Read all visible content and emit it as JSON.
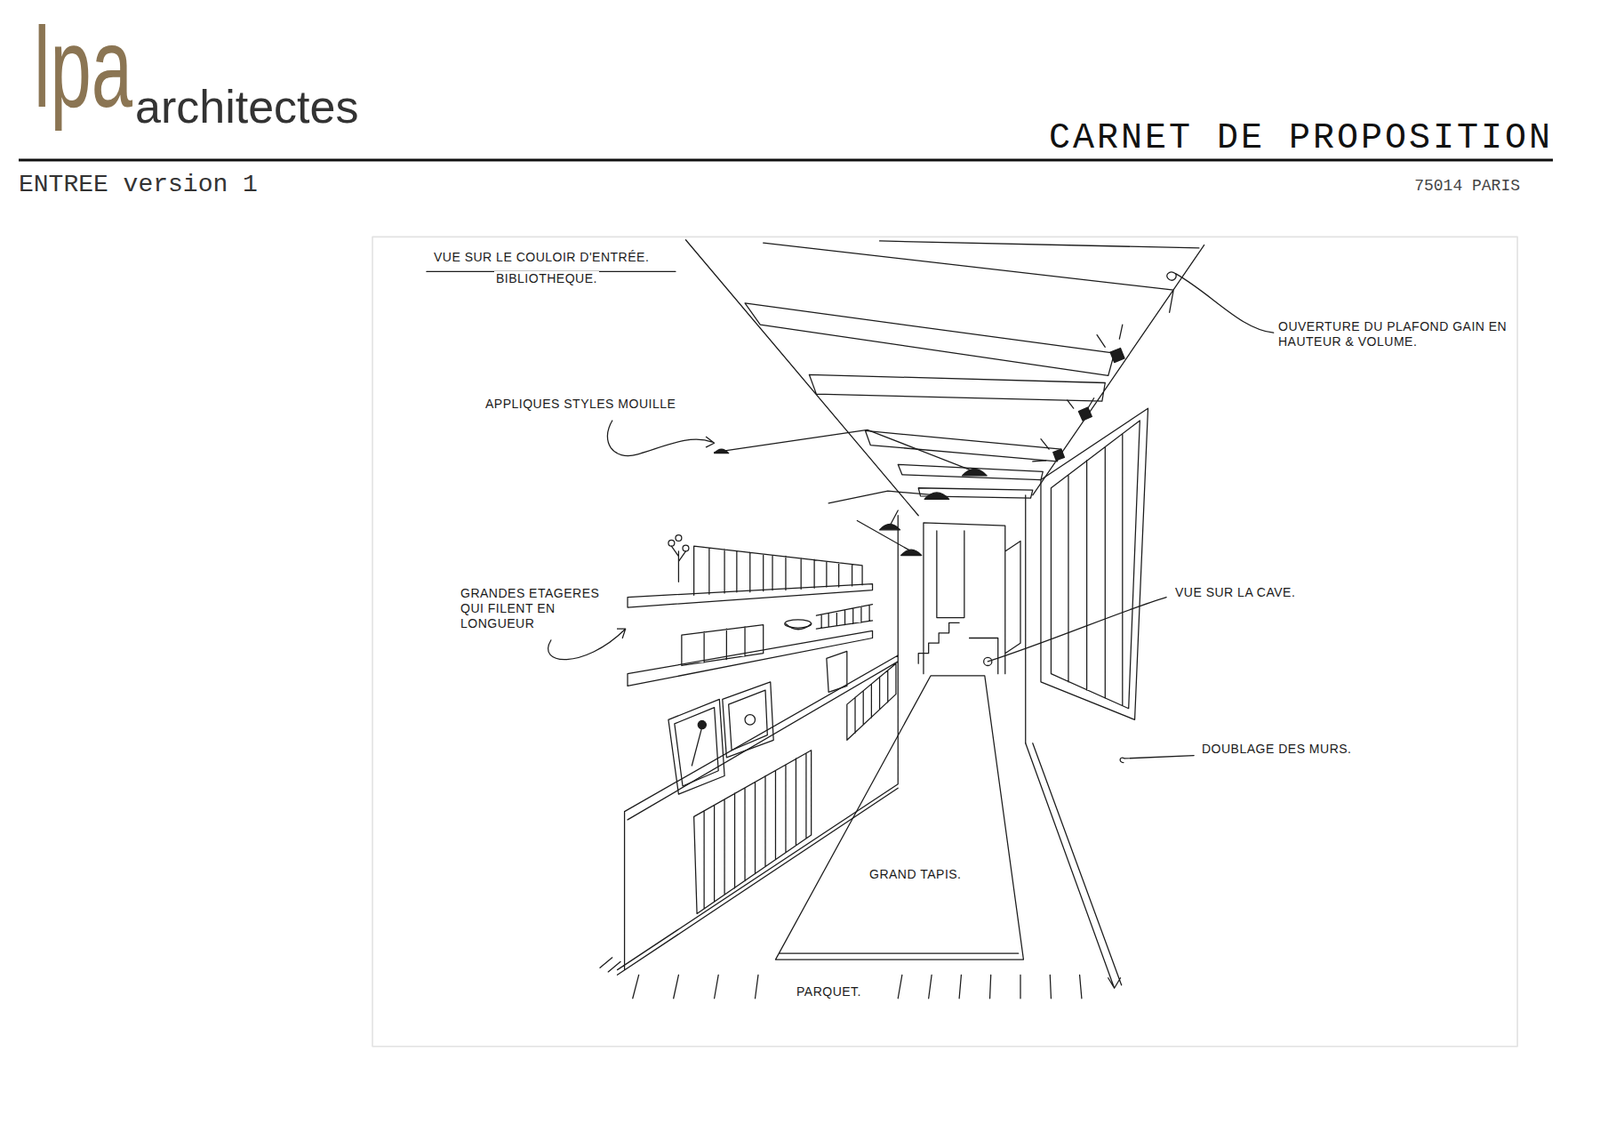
{
  "diagram": {
    "title": "CARNET DE PROPOSITION",
    "labels": [
      "lpa",
      "architectes",
      "ENTREE version 1",
      "75014 PARIS",
      "VUE SUR LE COULOIR D'ENTRÉE.",
      "BIBLIOTHEQUE.",
      "OUVERTURE DU PLAFOND GAIN EN HAUTEUR & VOLUME.",
      "APPLIQUES STYLES MOUILLE",
      "GRANDES ETAGERES QUI FILENT EN LONGUEUR",
      "VUE SUR LA CAVE.",
      "DOUBLAGE DES MURS.",
      "GRAND TAPIS.",
      "PARQUET."
    ]
  }
}
